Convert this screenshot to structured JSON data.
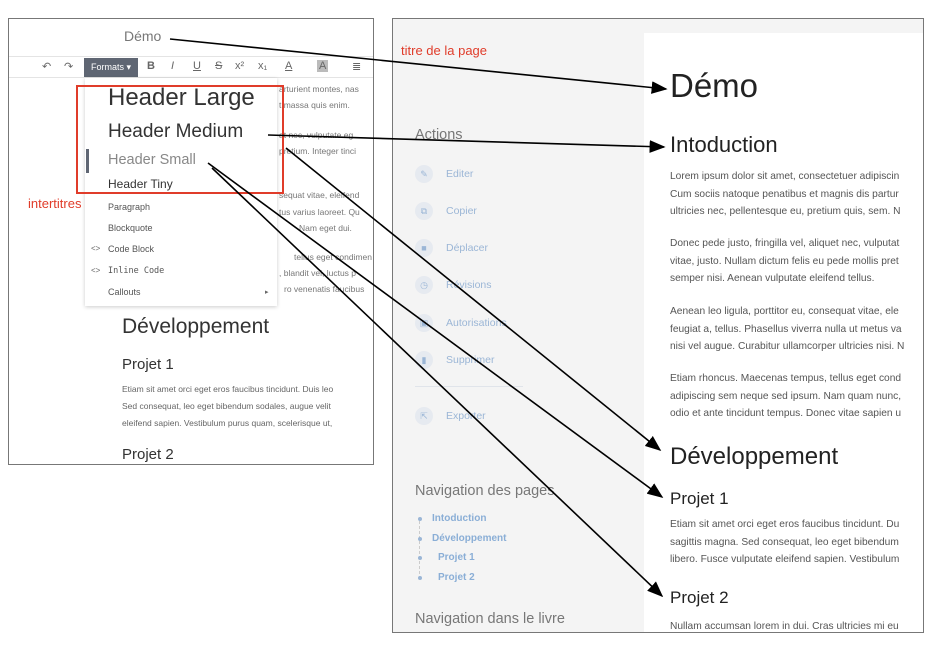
{
  "annotations": {
    "page_title_label": "titre de la page",
    "headings_label": "intertitres",
    "accent": "#e03c2a"
  },
  "editor": {
    "title": "Démo",
    "toolbar": {
      "formats": "Formats ▾",
      "bold": "B",
      "italic": "I",
      "underline": "U",
      "strike": "S",
      "superscript": "x²",
      "subscript": "x₁",
      "text_color": "A",
      "highlight": "A"
    },
    "dropdown": {
      "header_large": "Header Large",
      "header_medium": "Header Medium",
      "header_small": "Header Small",
      "header_tiny": "Header Tiny",
      "paragraph": "Paragraph",
      "blockquote": "Blockquote",
      "code_block": "Code Block",
      "inline_code": "Inline Code",
      "callouts": "Callouts",
      "code_icon": "<>"
    },
    "background_text": [
      "arturient montes, nas",
      "t massa quis enim.",
      "at nec, vulputate eg",
      "pretium. Integer tinci",
      "sequat vitae, eleifend",
      "tus varius laoreet. Qu",
      "Nam eget dui.",
      "tellus eget condimen",
      ", blandit vel, luctus p",
      "ro venenatis faucibus"
    ],
    "h_dev": "Développement",
    "h_p1": "Projet 1",
    "p1": [
      "Etiam sit amet orci eget eros faucibus tincidunt. Duis leo",
      "Sed consequat, leo eget bibendum sodales, augue velit",
      "eleifend sapien. Vestibulum purus quam, scelerisque ut,"
    ],
    "h_p2": "Projet 2"
  },
  "book": {
    "actions_title": "Actions",
    "actions": [
      "Editer",
      "Copier",
      "Déplacer",
      "Révisions",
      "Autorisations",
      "Supprimer",
      "Exporter"
    ],
    "page_nav_title": "Navigation des pages",
    "page_nav": [
      "Intoduction",
      "Développement",
      "Projet 1",
      "Projet 2"
    ],
    "book_nav_title": "Navigation dans le livre",
    "page_title": "Démo",
    "h_intro": "Intoduction",
    "intro_paragraphs": [
      [
        "Lorem ipsum dolor sit amet, consectetuer adipiscin",
        "Cum sociis natoque penatibus et magnis dis partur",
        "ultricies nec, pellentesque eu, pretium quis, sem. N"
      ],
      [
        "Donec pede justo, fringilla vel, aliquet nec, vulputat",
        "vitae, justo. Nullam dictum felis eu pede mollis pret",
        "semper nisi. Aenean vulputate eleifend tellus."
      ],
      [
        "Aenean leo ligula, porttitor eu, consequat vitae, ele",
        "feugiat a, tellus. Phasellus viverra nulla ut metus va",
        "nisi vel augue. Curabitur ullamcorper ultricies nisi. N"
      ],
      [
        "Etiam rhoncus. Maecenas tempus, tellus eget cond",
        "adipiscing sem neque sed ipsum. Nam quam nunc,",
        "odio et ante tincidunt tempus. Donec vitae sapien u"
      ]
    ],
    "h_dev": "Développement",
    "h_p1": "Projet 1",
    "p1": [
      "Etiam sit amet orci eget eros faucibus tincidunt. Du",
      "sagittis magna. Sed consequat, leo eget bibendum",
      "libero. Fusce vulputate eleifend sapien. Vestibulum"
    ],
    "h_p2": "Projet 2",
    "p2": "Nullam accumsan lorem in dui. Cras ultricies mi eu"
  }
}
